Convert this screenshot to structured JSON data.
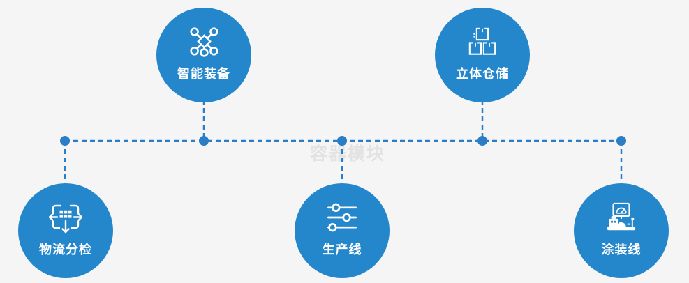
{
  "diagram": {
    "watermark": "容器模块",
    "nodes": [
      {
        "id": "smart-equipment",
        "label": "智能装备",
        "icon": "network-nodes-icon"
      },
      {
        "id": "stereo-warehouse",
        "label": "立体仓储",
        "icon": "stacked-boxes-icon"
      },
      {
        "id": "logistics-sorting",
        "label": "物流分检",
        "icon": "sort-arrows-icon"
      },
      {
        "id": "production-line",
        "label": "生产线",
        "icon": "sliders-icon"
      },
      {
        "id": "painting-line",
        "label": "涂装线",
        "icon": "control-console-icon"
      }
    ]
  },
  "colors": {
    "accent": "#2486cb",
    "line": "#2b7ec5",
    "background": "#f5f5f6",
    "watermark": "#e3e3e3",
    "label_text": "#ffffff",
    "icon": "#ffffff"
  }
}
